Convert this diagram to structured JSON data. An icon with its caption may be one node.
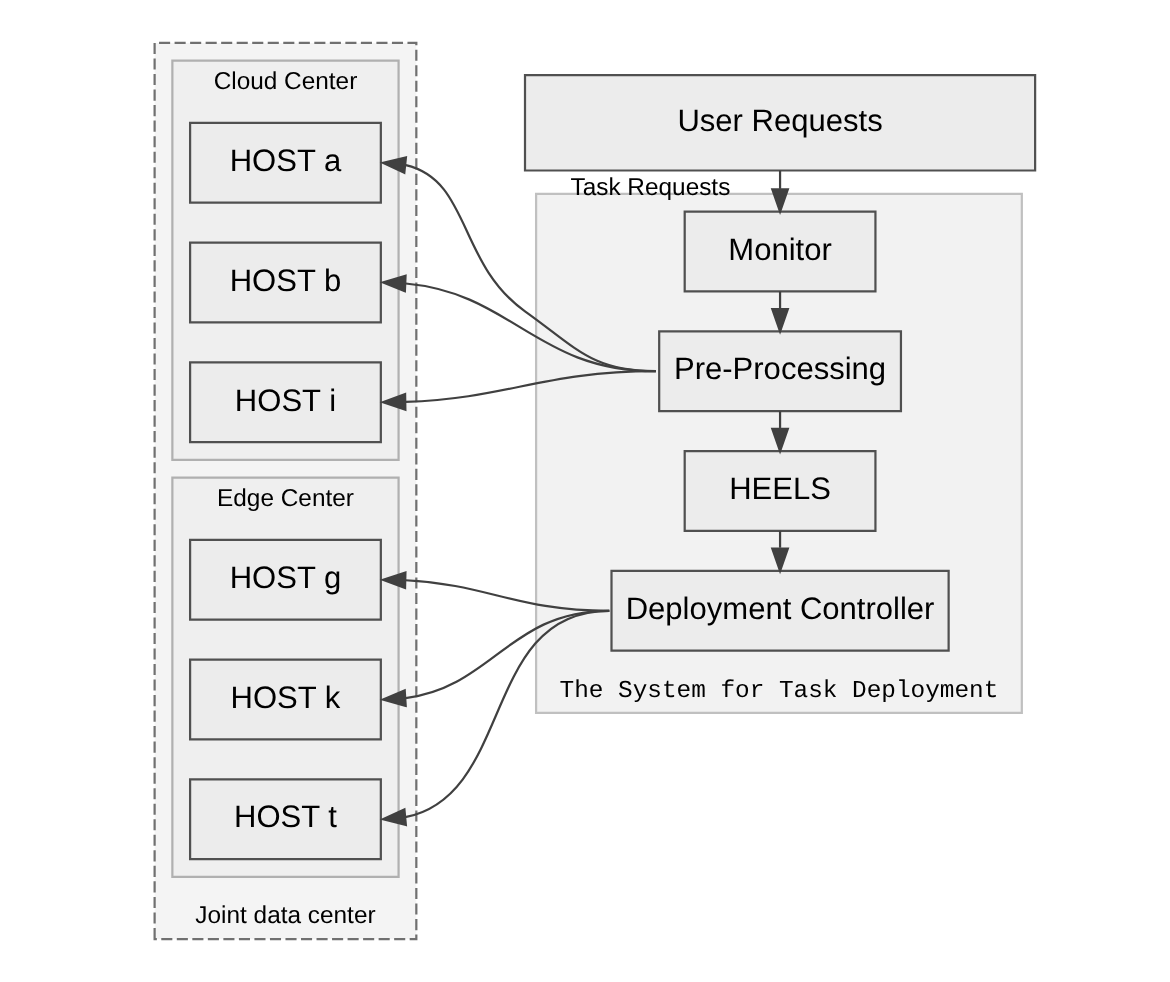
{
  "diagram": {
    "nodes": [
      {
        "text": [
          "Joint data center"
        ]
      },
      {
        "text": [
          "Cloud Center"
        ],
        "in": 0
      },
      {
        "text": [
          "HOST a"
        ],
        "in": 1
      },
      {
        "text": [
          "HOST b"
        ],
        "in": 1
      },
      {
        "text": [
          "HOST i"
        ],
        "in": 1
      },
      {
        "text": [
          "Edge Center"
        ],
        "in": 0
      },
      {
        "text": [
          "HOST g"
        ],
        "in": 5
      },
      {
        "text": [
          "HOST k"
        ],
        "in": 5
      },
      {
        "text": [
          "HOST t"
        ],
        "in": 5
      },
      {
        "text": [
          "User Requests"
        ]
      },
      {
        "text": [
          "The System for Task Deployment"
        ]
      },
      {
        "text": [
          "Monitor"
        ],
        "in": 10
      },
      {
        "text": [
          "Pre-Processing"
        ],
        "in": 10
      },
      {
        "text": [
          "HEELS"
        ],
        "in": 10
      },
      {
        "text": [
          "Deployment Controller"
        ],
        "in": 10
      }
    ],
    "edges": [
      {
        "from": 9,
        "to": 11,
        "arrow": "to",
        "label": "Task Requests"
      },
      {
        "from": 11,
        "to": 12,
        "arrow": "to"
      },
      {
        "from": 12,
        "to": 13,
        "arrow": "to"
      },
      {
        "from": 13,
        "to": 14,
        "arrow": "to"
      },
      {
        "from": 12,
        "to": 2,
        "arrow": "to"
      },
      {
        "from": 12,
        "to": 3,
        "arrow": "to"
      },
      {
        "from": 12,
        "to": 4,
        "arrow": "to"
      },
      {
        "from": 14,
        "to": 6,
        "arrow": "to"
      },
      {
        "from": 14,
        "to": 7,
        "arrow": "to"
      },
      {
        "from": 14,
        "to": 8,
        "arrow": "to"
      }
    ]
  }
}
